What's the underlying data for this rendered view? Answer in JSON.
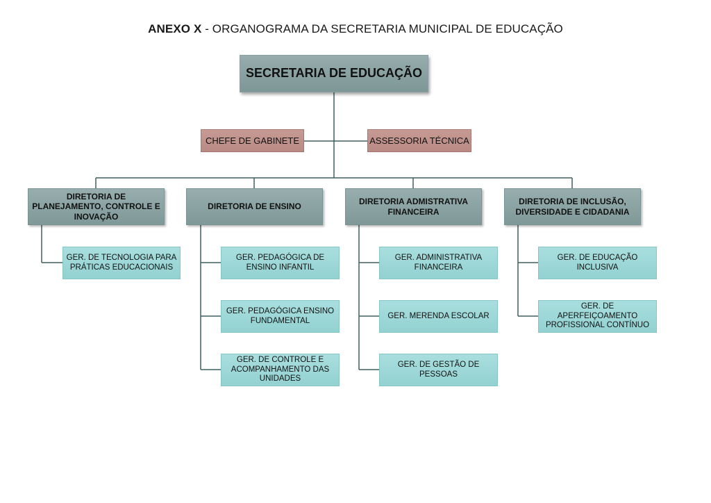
{
  "header": {
    "title_bold": "ANEXO X",
    "title_rest": " - ORGANOGRAMA DA SECRETARIA MUNICIPAL DE EDUCAÇÃO"
  },
  "root": {
    "label": "SECRETARIA DE EDUCAÇÃO"
  },
  "staff": {
    "chefe": "CHEFE DE GABINETE",
    "assessoria": "ASSESSORIA TÉCNICA"
  },
  "directorates": [
    {
      "label": "DIRETORIA DE PLANEJAMENTO, CONTROLE E INOVAÇÃO",
      "units": [
        "GER. DE TECNOLOGIA PARA PRÁTICAS EDUCACIONAIS"
      ]
    },
    {
      "label": "DIRETORIA DE ENSINO",
      "units": [
        "GER. PEDAGÓGICA DE ENSINO INFANTIL",
        "GER. PEDAGÓGICA ENSINO FUNDAMENTAL",
        "GER. DE CONTROLE E ACOMPANHAMENTO DAS UNIDADES"
      ]
    },
    {
      "label": "DIRETORIA ADMISTRATIVA FINANCEIRA",
      "units": [
        "GER. ADMINISTRATIVA FINANCEIRA",
        "GER. MERENDA ESCOLAR",
        "GER. DE GESTÃO DE PESSOAS"
      ]
    },
    {
      "label": "DIRETORIA DE INCLUSÃO, DIVERSIDADE E CIDADANIA",
      "units": [
        "GER. DE EDUCAÇÃO INCLUSIVA",
        "GER. DE APERFEIÇOAMENTO PROFISSIONAL CONTÍNUO"
      ]
    }
  ],
  "colors": {
    "line": "#3f5f5f",
    "root_fill": "#8aa2a2",
    "staff_fill": "#c0928c",
    "directorate_fill": "#8ca4a4",
    "unit_fill": "#9ed8d8"
  }
}
